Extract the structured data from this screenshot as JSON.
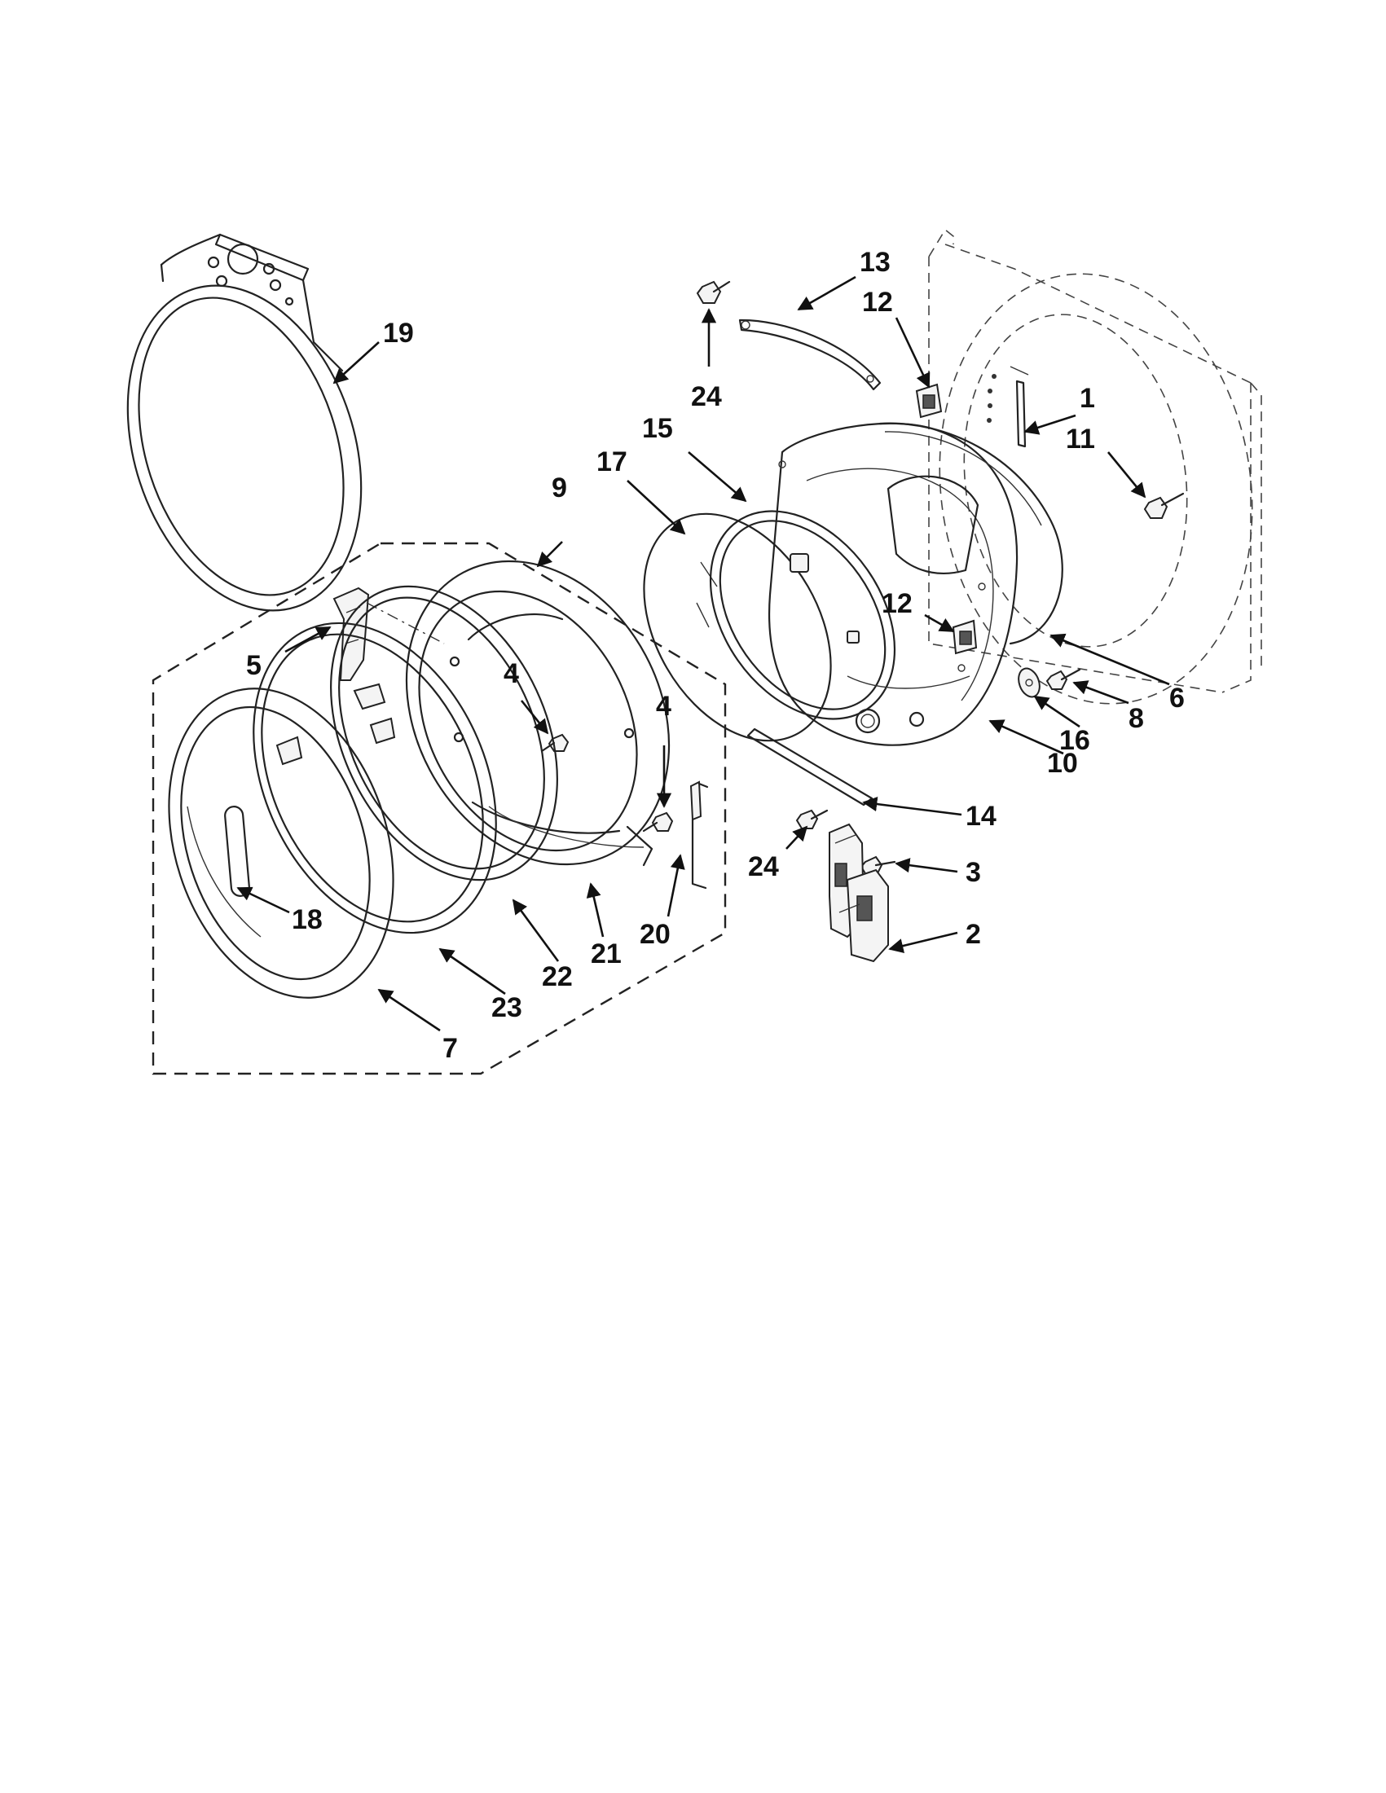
{
  "callouts": [
    {
      "id": "c13",
      "label": "13"
    },
    {
      "id": "c12a",
      "label": "12"
    },
    {
      "id": "c19",
      "label": "19"
    },
    {
      "id": "c24a",
      "label": "24"
    },
    {
      "id": "c1",
      "label": "1"
    },
    {
      "id": "c15",
      "label": "15"
    },
    {
      "id": "c11",
      "label": "11"
    },
    {
      "id": "c17",
      "label": "17"
    },
    {
      "id": "c9",
      "label": "9"
    },
    {
      "id": "c12b",
      "label": "12"
    },
    {
      "id": "c5",
      "label": "5"
    },
    {
      "id": "c4a",
      "label": "4"
    },
    {
      "id": "c4b",
      "label": "4"
    },
    {
      "id": "c6",
      "label": "6"
    },
    {
      "id": "c8",
      "label": "8"
    },
    {
      "id": "c16",
      "label": "16"
    },
    {
      "id": "c10",
      "label": "10"
    },
    {
      "id": "c14",
      "label": "14"
    },
    {
      "id": "c24b",
      "label": "24"
    },
    {
      "id": "c3",
      "label": "3"
    },
    {
      "id": "c2",
      "label": "2"
    },
    {
      "id": "c18",
      "label": "18"
    },
    {
      "id": "c20",
      "label": "20"
    },
    {
      "id": "c21",
      "label": "21"
    },
    {
      "id": "c22",
      "label": "22"
    },
    {
      "id": "c23",
      "label": "23"
    },
    {
      "id": "c7",
      "label": "7"
    }
  ]
}
